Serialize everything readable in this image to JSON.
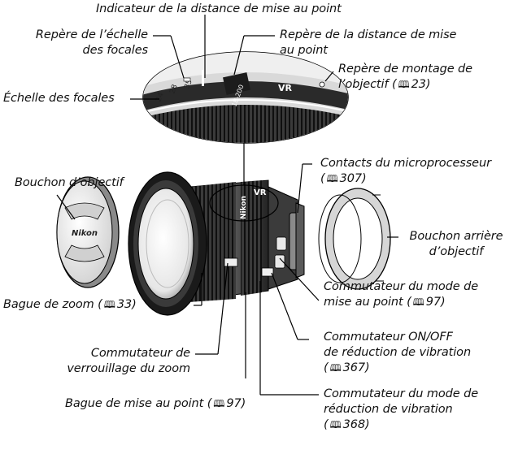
{
  "labels": {
    "indicateur": "Indicateur de la distance de mise au point",
    "repere_echelle_1": "Repère de l’échelle",
    "repere_echelle_2": "des focales",
    "echelle": "Échelle des focales",
    "repere_distance_1": "Repère de la distance de mise",
    "repere_distance_2": "au point",
    "montage_1": "Repère de montage de",
    "montage_2_pre": "l’objectif (",
    "montage_2_num": "23)",
    "bouchon": "Bouchon d’objectif",
    "contacts_1": "Contacts du microprocesseur",
    "contacts_2_num": "307)",
    "arriere_1": "Bouchon arrière",
    "arriere_2": "d’objectif",
    "zoom_pre": "Bague de zoom (",
    "zoom_num": "33)",
    "mode_mp_1": "Commutateur du mode de",
    "mode_mp_2_pre": "mise au point (",
    "mode_mp_2_num": "97)",
    "verrou_1": "Commutateur de",
    "verrou_2": "verrouillage du zoom",
    "vr_onoff_1": "Commutateur ON/OFF",
    "vr_onoff_2": "de réduction de vibration",
    "vr_onoff_3_num": "367)",
    "bague_mp_pre": "Bague de mise au point (",
    "bague_mp_num": "97)",
    "vr_mode_1": "Commutateur du mode de",
    "vr_mode_2": "réduction de vibration",
    "vr_mode_3_num": "368)"
  },
  "lens_markings": {
    "cap_brand": "Nikon",
    "barrel_brand": "Nikon",
    "vr": "VR"
  },
  "icons": {
    "page_ref": "book-icon"
  },
  "colors": {
    "ink": "#111111",
    "line": "#000000",
    "lens_dark": "#2a2a2a"
  }
}
